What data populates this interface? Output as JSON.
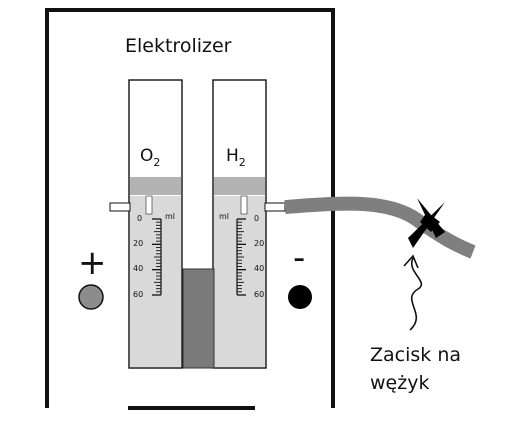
{
  "title": "Elektrolizer",
  "gas_left": {
    "symbol": "O",
    "subscript": "2"
  },
  "gas_right": {
    "symbol": "H",
    "subscript": "2"
  },
  "terminal_plus": "+",
  "terminal_minus": "-",
  "scale_unit": "ml",
  "scale_left_ticks": [
    "0",
    "20",
    "40",
    "60"
  ],
  "scale_right_ticks": [
    "0",
    "20",
    "40",
    "60"
  ],
  "clamp_label_line1": "Zacisk na",
  "clamp_label_line2": "wężyk",
  "colors": {
    "frame": "#111111",
    "liquid": "#d9d9d9",
    "band": "#b3b3b3",
    "tube": "#7f7f7f",
    "electrode_plus": "#8c8c8c",
    "electrode_minus": "#000000",
    "central_tube": "#7a7a7a"
  }
}
